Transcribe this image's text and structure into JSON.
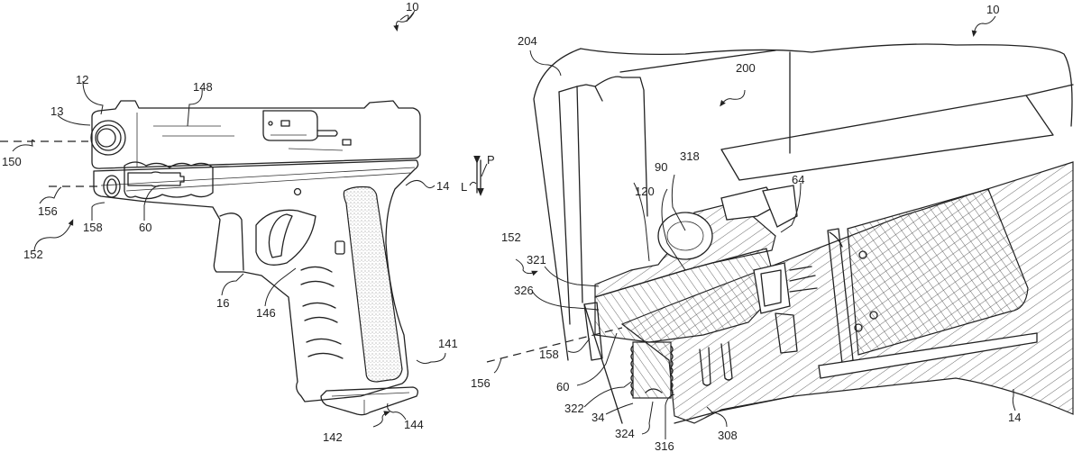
{
  "figure_left": {
    "description": "Perspective view of handgun with side-mounted accessory",
    "labels": {
      "ref_10": "10",
      "ref_12": "12",
      "ref_13": "13",
      "ref_148": "148",
      "ref_150": "150",
      "ref_156": "156",
      "ref_158": "158",
      "ref_60": "60",
      "ref_152": "152",
      "ref_14": "14",
      "ref_16": "16",
      "ref_146": "146",
      "ref_141": "141",
      "ref_142": "142",
      "ref_144": "144"
    }
  },
  "axis_indicator": {
    "lateral": "L",
    "perpendicular": "P"
  },
  "figure_right": {
    "description": "Sectional detail of frame and mounted device",
    "labels": {
      "ref_10": "10",
      "ref_204": "204",
      "ref_200": "200",
      "ref_90": "90",
      "ref_318": "318",
      "ref_120": "120",
      "ref_64": "64",
      "ref_152": "152",
      "ref_321": "321",
      "ref_326": "326",
      "ref_158": "158",
      "ref_156": "156",
      "ref_60": "60",
      "ref_322": "322",
      "ref_34": "34",
      "ref_324": "324",
      "ref_316": "316",
      "ref_308": "308",
      "ref_14": "14"
    }
  }
}
